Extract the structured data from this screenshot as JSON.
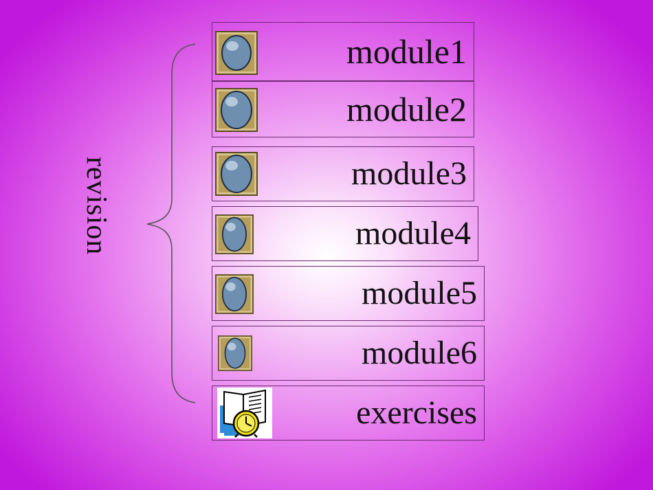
{
  "group_label": "revision",
  "items": [
    {
      "label": "module1",
      "icon": "sphere-button-icon"
    },
    {
      "label": "module2",
      "icon": "sphere-button-icon"
    },
    {
      "label": "module3",
      "icon": "sphere-button-icon"
    },
    {
      "label": "module4",
      "icon": "sphere-button-icon"
    },
    {
      "label": "module5",
      "icon": "sphere-button-icon"
    },
    {
      "label": "module6",
      "icon": "sphere-button-icon"
    },
    {
      "label": "exercises",
      "icon": "book-clock-icon"
    }
  ],
  "colors": {
    "background_edge": "#c018dc",
    "background_center": "#ffffff",
    "border": "#6e2a73",
    "sphere": "#6f8fb0",
    "frame": "#c9b37a"
  }
}
